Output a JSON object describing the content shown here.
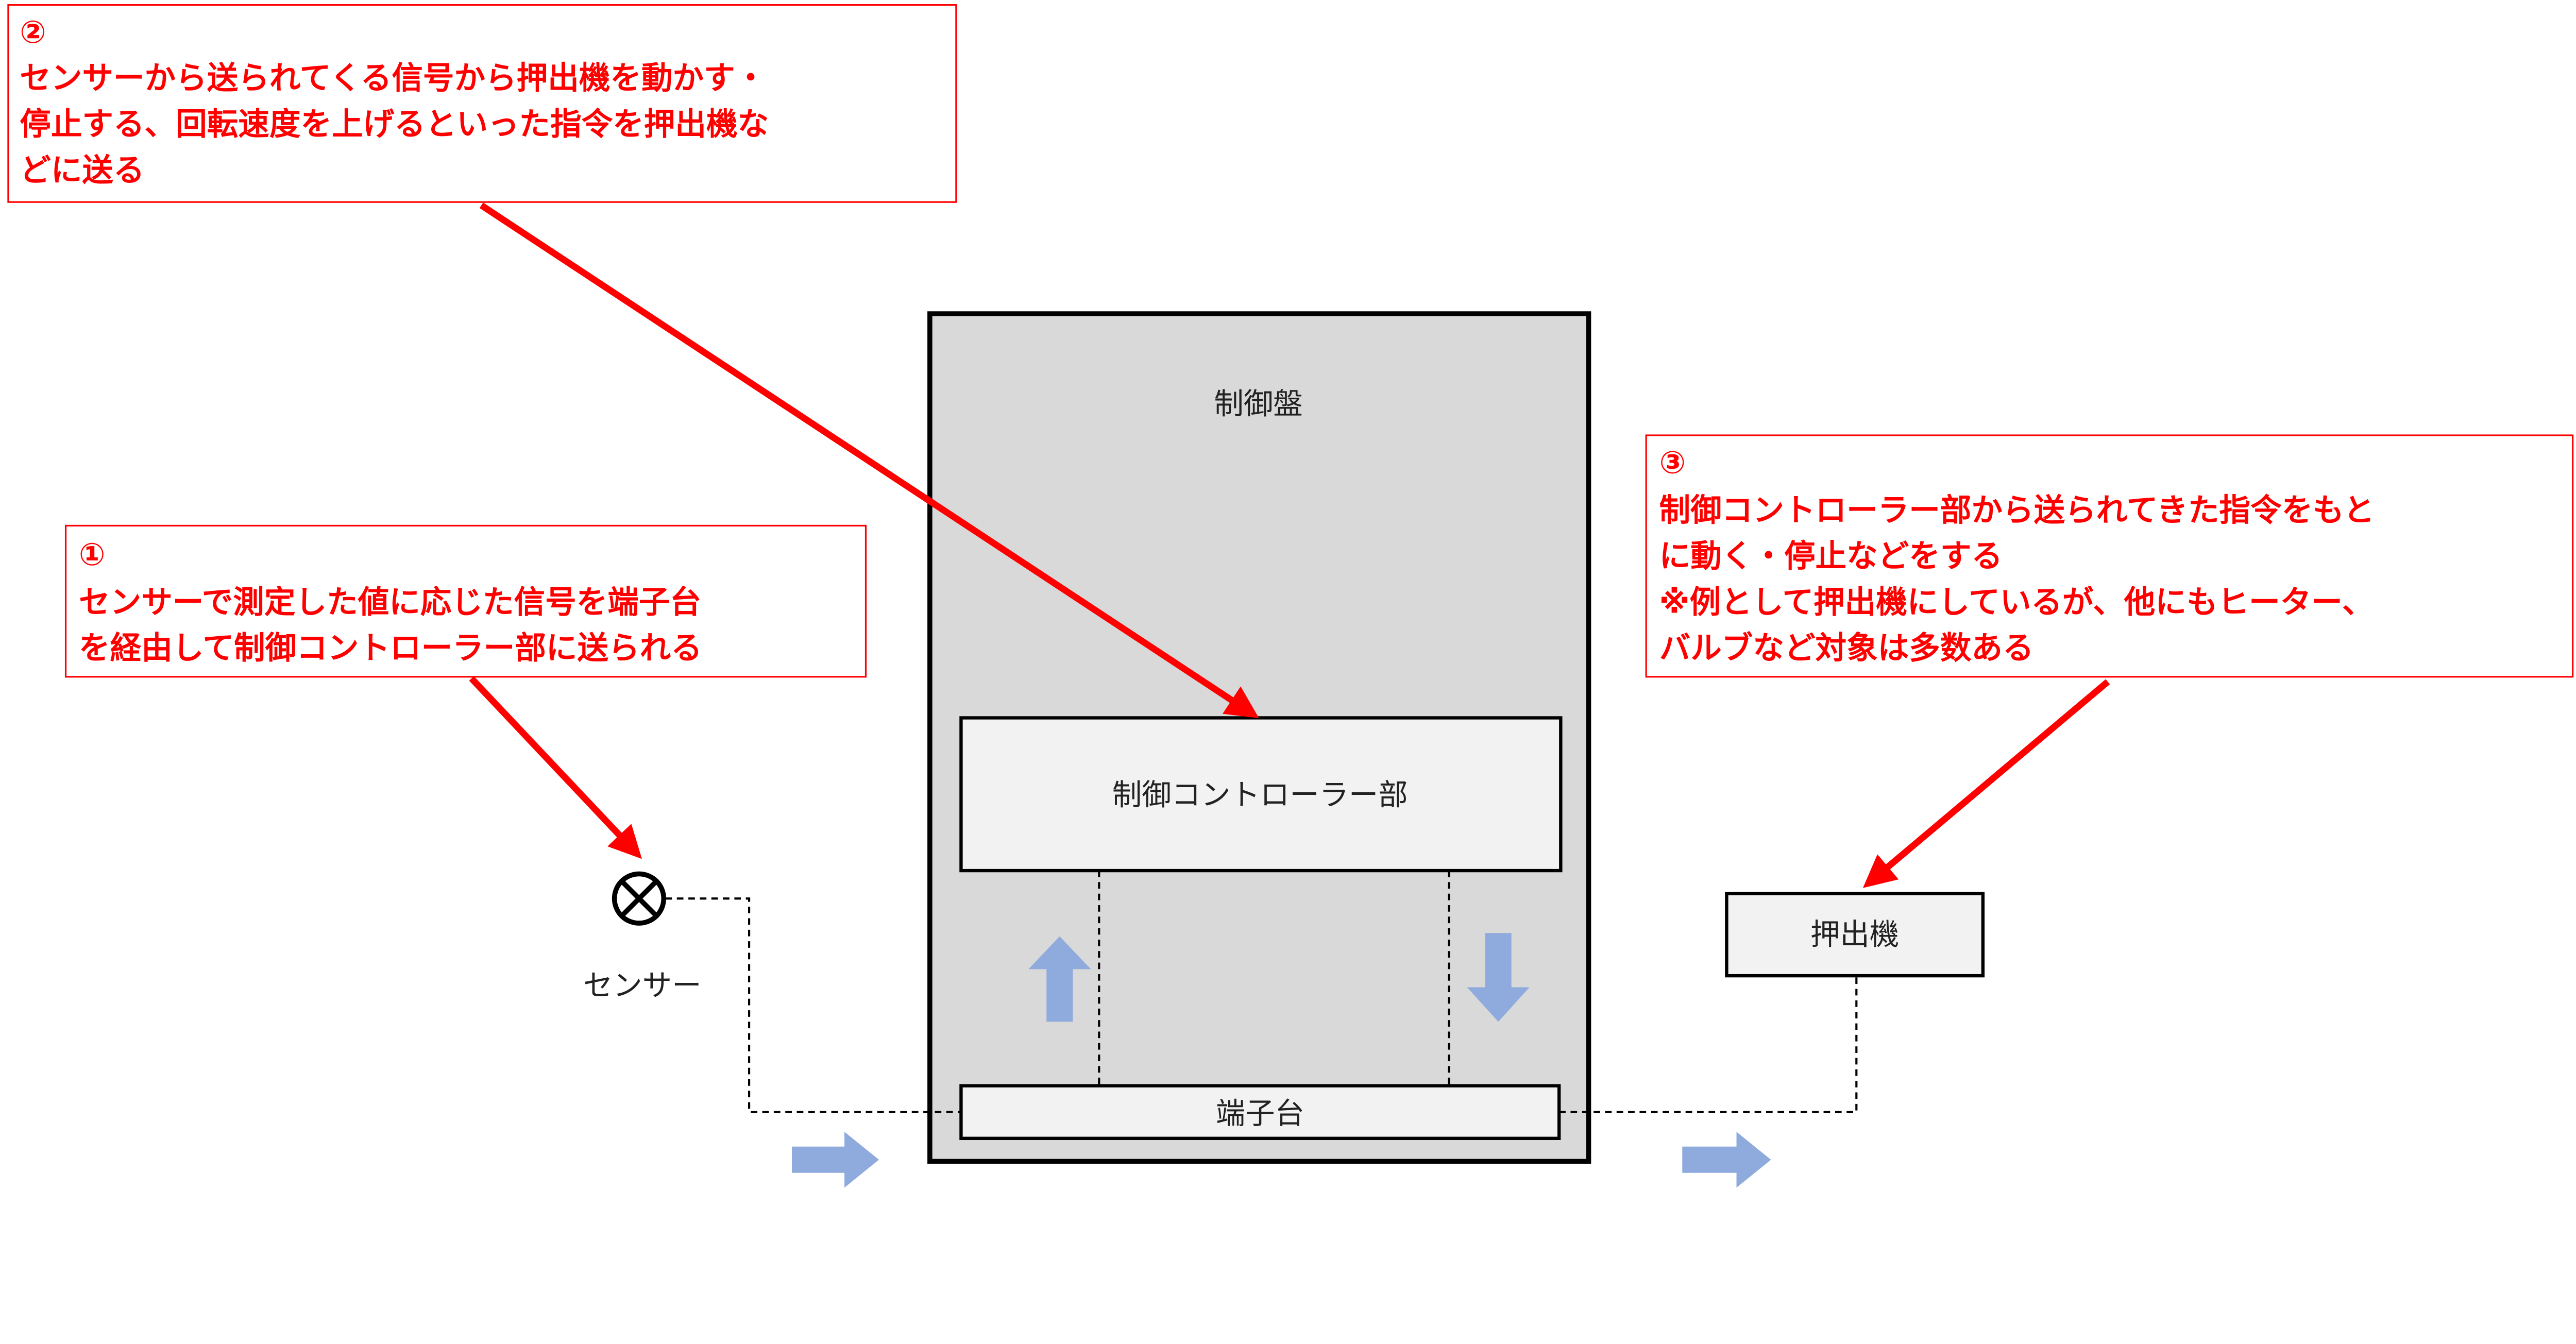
{
  "callouts": {
    "step1": {
      "number": "①",
      "lines": [
        "センサーで測定した値に応じた信号を端子台",
        "を経由して制御コントローラー部に送られる"
      ]
    },
    "step2": {
      "number": "②",
      "lines": [
        "センサーから送られてくる信号から押出機を動かす・",
        "停止する、回転速度を上げるといった指令を押出機な",
        "どに送る"
      ]
    },
    "step3": {
      "number": "③",
      "lines": [
        "制御コントローラー部から送られてきた指令をもと",
        "に動く・停止などをする",
        "※例として押出機にしているが、他にもヒーター、",
        "バルブなど対象は多数ある"
      ]
    }
  },
  "components": {
    "panel": "制御盤",
    "controller": "制御コントローラー部",
    "terminal": "端子台",
    "sensor": "センサー",
    "extruder": "押出機"
  },
  "colors": {
    "callout": "#ff0000",
    "flow_arrow": "#8faadc",
    "panel_fill": "#d9d9d9",
    "box_fill": "#f2f2f2"
  }
}
